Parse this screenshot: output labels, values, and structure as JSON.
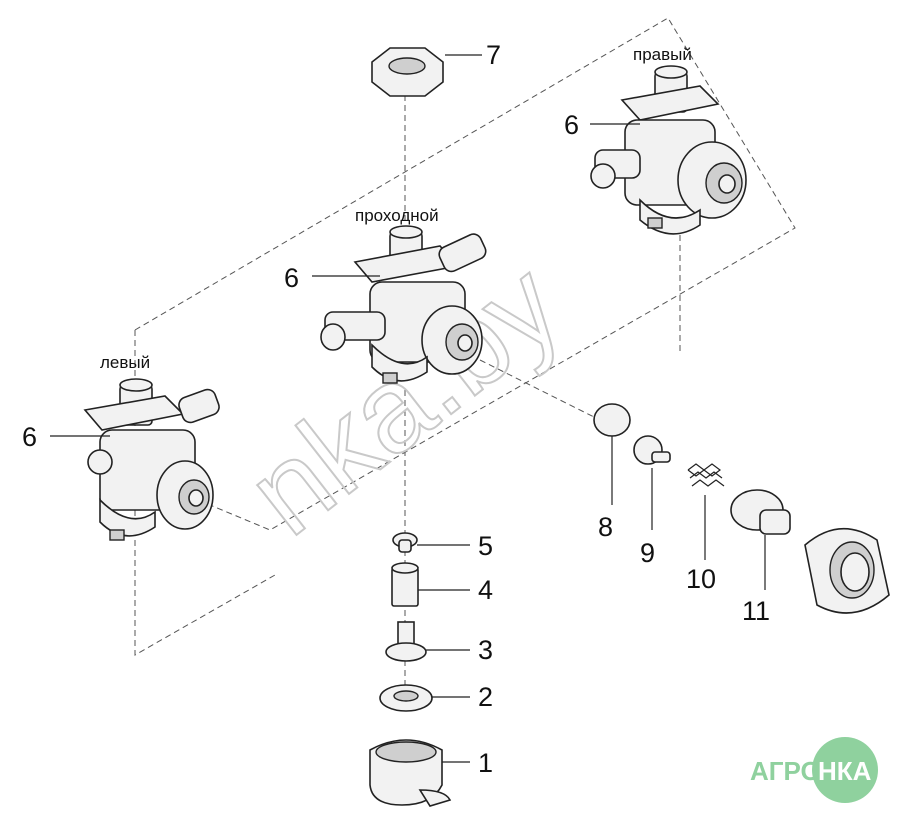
{
  "labels": {
    "right": "правый",
    "through": "проходной",
    "left": "левый"
  },
  "part_numbers": {
    "p1": "1",
    "p2": "2",
    "p3": "3",
    "p4": "4",
    "p5": "5",
    "p6a": "6",
    "p6b": "6",
    "p6c": "6",
    "p7": "7",
    "p8": "8",
    "p9": "9",
    "p10": "10",
    "p11": "11"
  },
  "watermark": "nka.by",
  "logo": {
    "left": "АГРО",
    "right": "НКА",
    "color": "#8fd19e"
  }
}
